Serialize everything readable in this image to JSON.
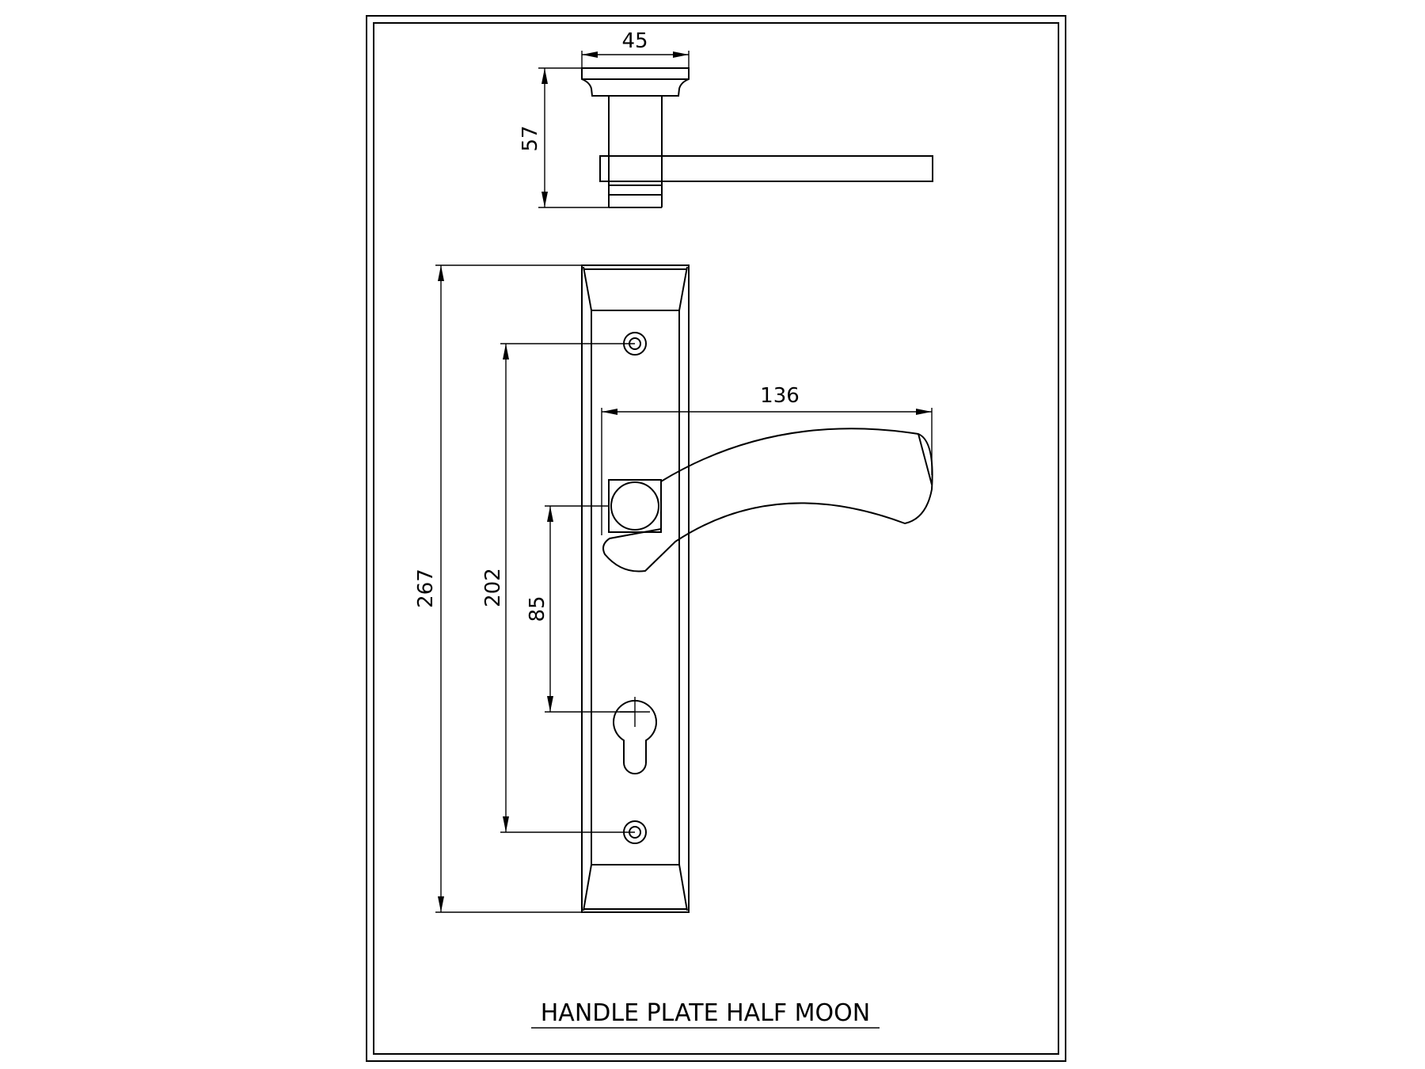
{
  "title": "HANDLE PLATE HALF MOON",
  "dimensions": {
    "rose_width": "45",
    "projection": "57",
    "lever_length": "136",
    "plate_height": "267",
    "screw_centers": "202",
    "backset": "85"
  },
  "colors": {
    "line": "#000000",
    "background": "#ffffff"
  }
}
